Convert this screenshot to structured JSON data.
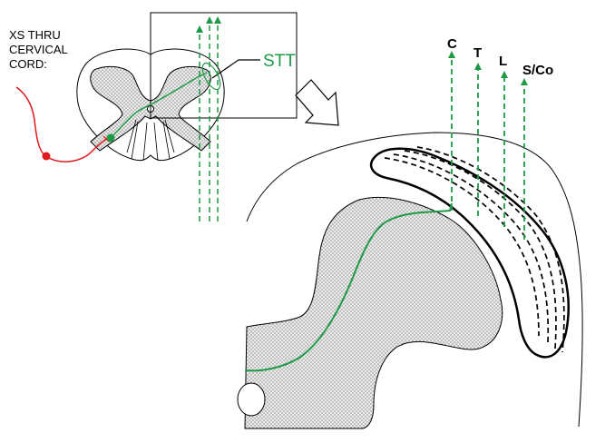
{
  "caption_lines": [
    "XS THRU",
    "CERVICAL",
    "CORD:"
  ],
  "tract_label": "STT",
  "levels": [
    "C",
    "T",
    "L",
    "S/Co"
  ],
  "colors": {
    "tract": "#1e9a47",
    "afferent": "#e0191c",
    "outline": "#000000",
    "gray_matter": "#d9d9d9"
  }
}
